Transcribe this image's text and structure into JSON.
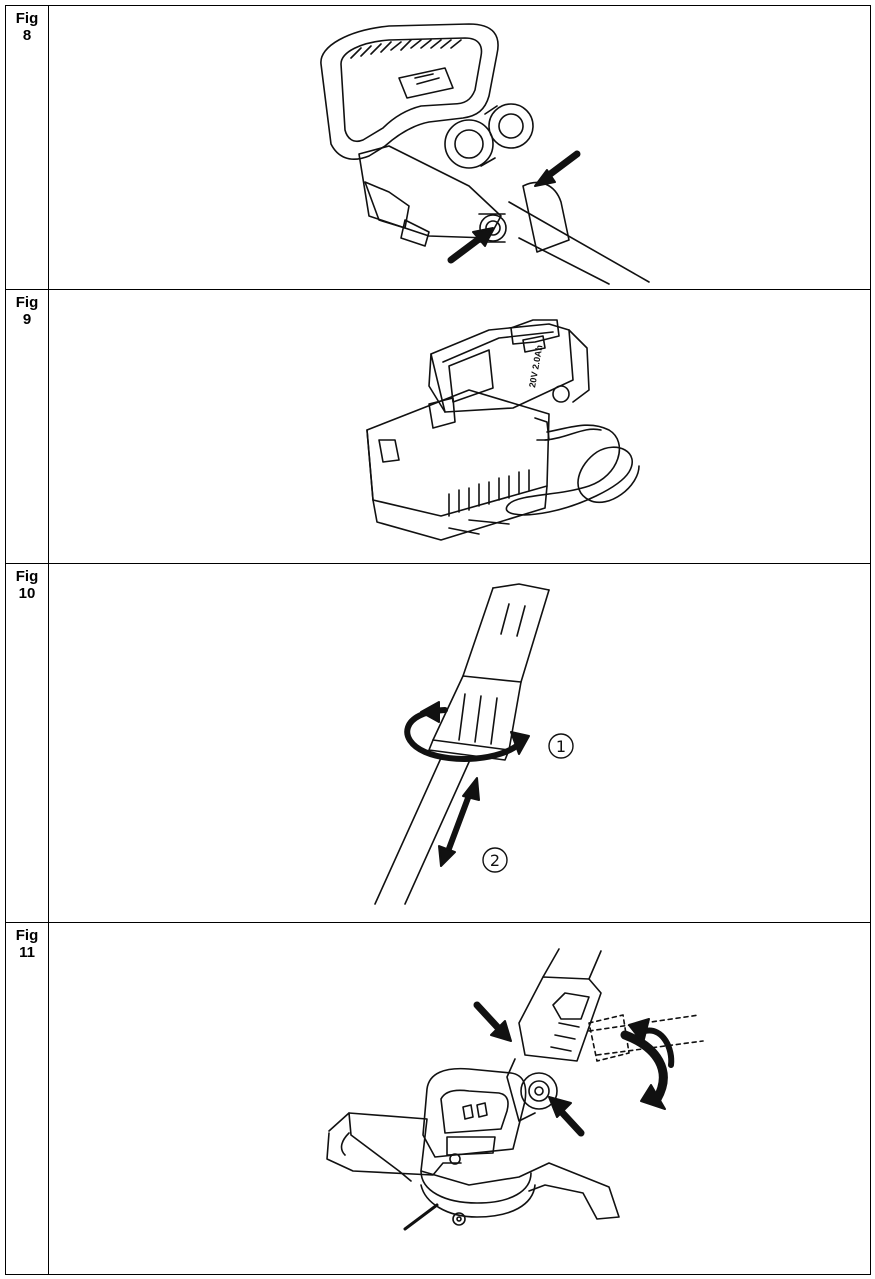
{
  "figures": [
    {
      "label_line1": "Fig",
      "label_line2": "8",
      "illustration": "handle-attachment-with-arrows"
    },
    {
      "label_line1": "Fig",
      "label_line2": "9",
      "illustration": "battery-on-charger",
      "battery_marking": "20V 2.0Ah"
    },
    {
      "label_line1": "Fig",
      "label_line2": "10",
      "illustration": "shaft-length-adjustment",
      "step1": "1",
      "step2": "2"
    },
    {
      "label_line1": "Fig",
      "label_line2": "11",
      "illustration": "head-angle-adjustment"
    }
  ]
}
